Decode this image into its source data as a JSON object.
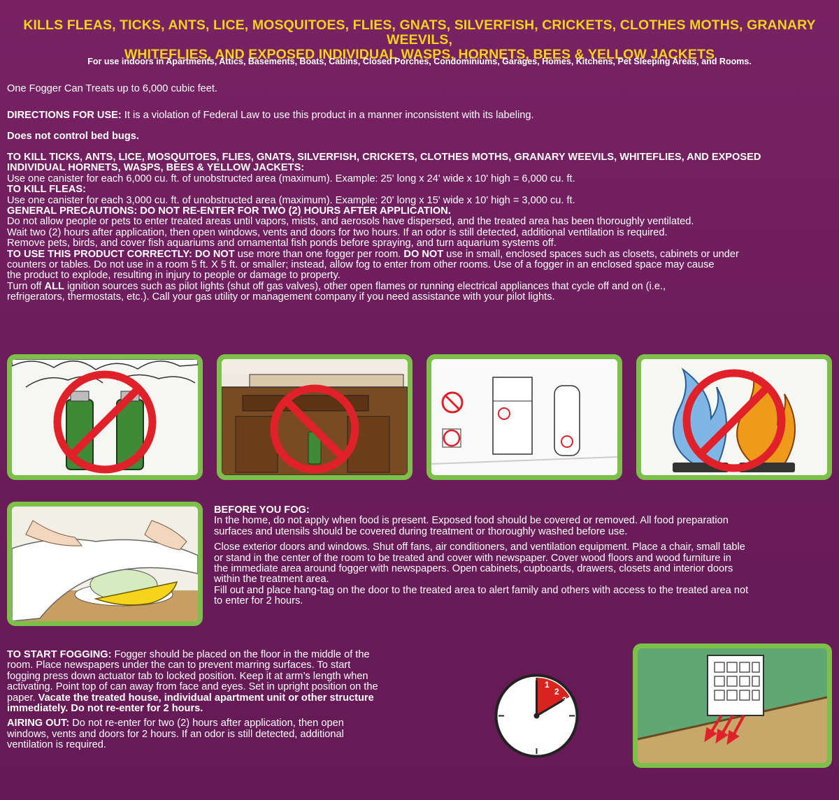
{
  "header": {
    "kills_line1": "KILLS FLEAS, TICKS, ANTS, LICE, MOSQUITOES, FLIES, GNATS, SILVERFISH, CRICKETS, CLOTHES MOTHS, GRANARY WEEVILS,",
    "kills_line2": "WHITEFLIES, AND EXPOSED INDIVIDUAL WASPS, HORNETS, BEES & YELLOW JACKETS",
    "uses": "For use indoors in Apartments, Attics, Basements, Boats, Cabins, Closed Porches, Condominiums, Garages, Homes, Kitchens, Pet Sleeping Areas, and Rooms."
  },
  "coverage": "One Fogger Can Treats up to 6,000 cubic feet.",
  "directions": {
    "label": "DIRECTIONS FOR USE:",
    "text": " It is a violation of Federal Law to use this product in a manner inconsistent with its labeling."
  },
  "bed_bugs": "Does not control bed bugs.",
  "kill_ticks": {
    "heading_line1": "TO KILL TICKS, ANTS, LICE, MOSQUITOES, FLIES, GNATS, SILVERFISH, CRICKETS, CLOTHES MOTHS, GRANARY WEEVILS, WHITEFLIES, AND EXPOSED",
    "heading_line2": "INDIVIDUAL HORNETS, WASPS, BEES & YELLOW JACKETS:",
    "text": "Use one canister for each 6,000 cu. ft. of unobstructed area (maximum). Example: 25' long x 24' wide x 10' high = 6,000 cu. ft."
  },
  "kill_fleas": {
    "heading": "TO KILL FLEAS:",
    "text": "Use one canister for each 3,000 cu. ft. of unobstructed area (maximum). Example: 20' long x 15' wide x 10' high = 3,000 cu. ft."
  },
  "precautions": {
    "heading": "GENERAL PRECAUTIONS: DO NOT RE-ENTER FOR TWO (2) HOURS AFTER APPLICATION.",
    "line1": "Do not allow people or pets to enter treated areas until vapors, mists, and aerosols have dispersed, and the treated area has been thoroughly ventilated.",
    "line2": "Wait two (2) hours after application, then open windows, vents and doors for two hours. If an odor is still detected, additional ventilation is required.",
    "line3": "Remove pets, birds, and cover fish aquariums and ornamental fish ponds before spraying, and turn aquarium systems off."
  },
  "correctly": {
    "label": "TO USE THIS PRODUCT CORRECTLY: DO NOT",
    "t1": " use more than one fogger per room. ",
    "label2": "DO NOT",
    "t2": " use in small, enclosed spaces such as closets, cabinets or under",
    "line2": "counters or tables. Do not use in a room 5 ft. X 5 ft. or smaller; instead, allow fog to enter from other rooms. Use of a fogger in an enclosed space may cause",
    "line3": "the product to explode, resulting in injury to people or damage to property.",
    "t4a": "Turn off ",
    "t4b": "ALL",
    "t4c": " ignition sources such as pilot lights (shut off gas valves), other open flames or running electrical appliances that cycle off and on (i.e.,",
    "line5": "refrigerators, thermostats, etc.). Call your gas utility or management company if you need assistance with your pilot lights."
  },
  "before_fog": {
    "heading": "BEFORE YOU FOG:",
    "p1_line1": "In the home, do not apply when food is present.  Exposed food should be covered or removed. All food preparation",
    "p1_line2": "surfaces and utensils should be covered during treatment or thoroughly washed before use.",
    "p2_line1": "Close exterior doors and windows. Shut off fans, air conditioners, and ventilation equipment. Place a chair, small table",
    "p2_line2": "or stand in the center of the room to be treated and cover with newspaper. Cover wood floors and wood furniture in",
    "p2_line3": "the immediate area around fogger with newspapers. Open cabinets, cupboards, drawers, closets and interior doors",
    "p2_line4": "within the treatment area.",
    "p3_line1": "Fill out and place hang-tag on the door to the treated area to alert family and others with access to the treated area not",
    "p3_line2": "to enter for 2 hours."
  },
  "start_fogging": {
    "label": "TO START FOGGING:",
    "t1": " Fogger should be placed on the floor in the middle of the",
    "line2": "room. Place newspapers under the can to prevent marring surfaces. To start",
    "line3": "fogging press down actuator tab to locked position. Keep it at arm’s length when",
    "line4": "activating. Point top of can away from face and eyes. Set in upright position on the",
    "line5": "paper. ",
    "b5": "Vacate the treated house, individual apartment unit or other structure",
    "b6": "immediately.  Do not re-enter for 2 hours."
  },
  "airing_out": {
    "label": "AIRING OUT:",
    "t1": " Do not re-enter for two (2) hours after application, then open",
    "line2": "windows, vents and doors for 2 hours. If an odor is still detected, additional",
    "line3": "ventilation is required."
  },
  "clock": {
    "n1": "1",
    "n2": "2",
    "n3": "3"
  },
  "colors": {
    "background": "#6f1e5c",
    "headline": "#f4d21a",
    "panel_border": "#7cc04a",
    "no_sign": "#e0212a"
  },
  "icons": [
    "two-canisters-no-icon",
    "cabinet-no-icon",
    "appliances-no-icon",
    "flames-no-icon",
    "cover-food-icon",
    "clock-2-hours-icon",
    "vent-icon"
  ]
}
